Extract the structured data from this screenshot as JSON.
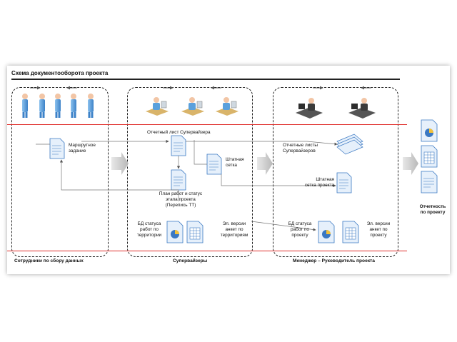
{
  "title": "Схема документооборота проекта",
  "colors": {
    "person": "#5aa0dc",
    "doc_fill": "#e6f0fb",
    "doc_edge": "#3a78c2",
    "red_line": "#e0302c",
    "arrow": "#888888"
  },
  "groups": {
    "field": "Сотрудники по сбору данных",
    "supervisors": "Супервайзеры",
    "manager": "Менеджер – Руководитель проекта"
  },
  "labels": {
    "route_task": "Маршрутное\nзадание",
    "supervisor_report": "Отчетный лист Супервайзера",
    "staff_grid": "Штатная\nсетка",
    "work_plan": "План работ и статус\nэтапа проекта\n(Перепись ТТ)",
    "db_territory": "БД статуса\nработ по\nтерритории",
    "el_territory": "Эл. версии\nанкет по\nтерриториям",
    "supervisor_reports": "Отчетные листы\nСупервайзеров",
    "project_staff_grid": "Штатная\nсетка проекта",
    "db_project": "БД статуса\nработ по\nпроекту",
    "el_project": "Эл. версии\nанкет по\nпроекту",
    "reporting": "Отчетность\nпо проекту"
  },
  "icons": {
    "person": "person-icon",
    "supervisor": "supervisor-workstation-icon",
    "manager": "manager-workstation-icon",
    "document": "document-icon",
    "chart_document": "pie-chart-document-icon",
    "spreadsheet_document": "spreadsheet-document-icon",
    "stack": "document-stack-icon",
    "arrow": "double-arrow-icon",
    "flow_arrow": "flow-arrow-icon"
  }
}
